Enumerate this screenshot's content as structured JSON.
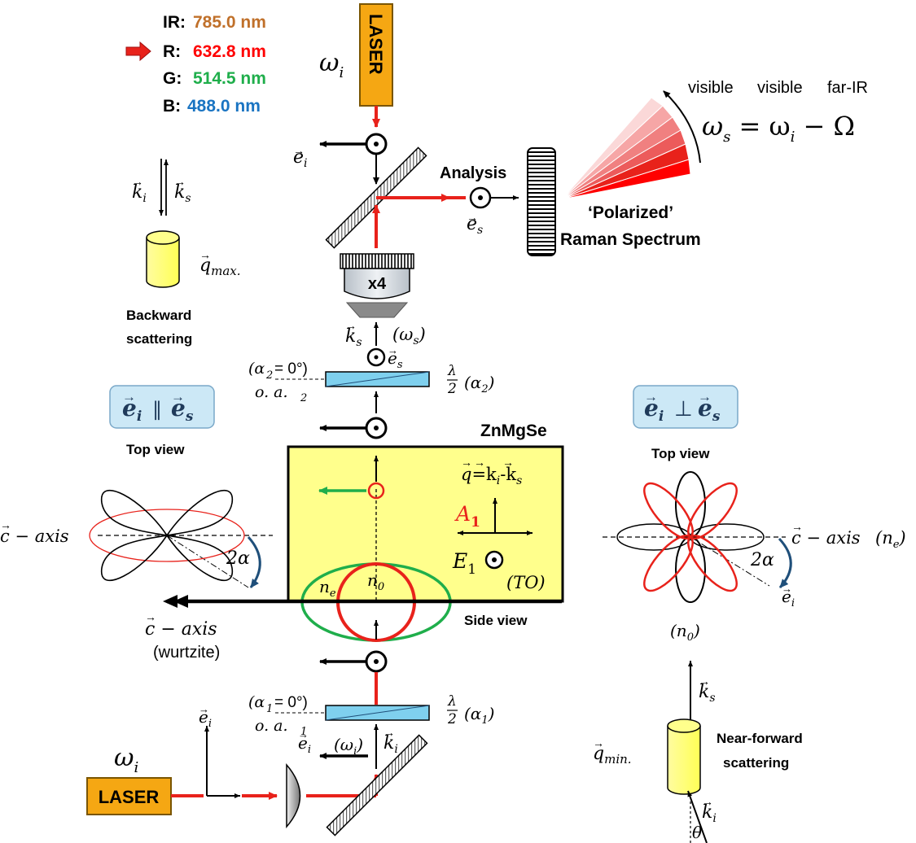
{
  "wavelengths": {
    "ir": {
      "label": "IR:",
      "value": "785.0 nm",
      "color": "#c0702a"
    },
    "r": {
      "label": "R:",
      "value": "632.8 nm",
      "color": "#ff0000"
    },
    "g": {
      "label": "G:",
      "value": "514.5 nm",
      "color": "#1fae4b"
    },
    "b": {
      "label": "B:",
      "value": "488.0 nm",
      "color": "#1a74c2"
    }
  },
  "laser": {
    "label": "LASER",
    "omega_i": "ω",
    "omega_sub": "i"
  },
  "spectrum": {
    "visible1": "visible",
    "visible2": "visible",
    "far_ir": "far-IR",
    "equation": "ω",
    "analysis": "Analysis",
    "polarized": "‘Polarized’",
    "raman": "Raman Spectrum"
  },
  "objective": {
    "label": "x4"
  },
  "backward": {
    "line1": "Backward",
    "line2": "scattering",
    "q": "q",
    "q_sub": "max."
  },
  "near_forward": {
    "line1": "Near-forward",
    "line2": "scattering",
    "q": "q",
    "q_sub": "min."
  },
  "badges": {
    "parallel": "∥",
    "perp": "⊥"
  },
  "views": {
    "top_left": "Top view",
    "top_right": "Top view",
    "side": "Side view"
  },
  "sample": {
    "label": "ZnMgSe",
    "A1": "A",
    "E1": "E",
    "TO": "(TO)",
    "ne": "n",
    "n0": "n"
  },
  "axes": {
    "c_axis_left": "c − axis",
    "c_axis_bottom": "c − axis",
    "wurtzite": "(wurtzite)",
    "c_axis_right": "c − axis",
    "ne_right": "(n",
    "n0_right": "(n",
    "two_alpha": "2α"
  },
  "waveplates": {
    "top_alpha": "(α",
    "top_oa": "o. a.",
    "bottom_alpha": "(α",
    "bottom_oa": "o. a."
  },
  "colors": {
    "laser_beam": "#e8221b",
    "laser_box": "#f5a713",
    "sample": "#ffff8c",
    "badge": "#cce8f6",
    "waveplate": "#7fd0ee",
    "green": "#1fae4b"
  }
}
